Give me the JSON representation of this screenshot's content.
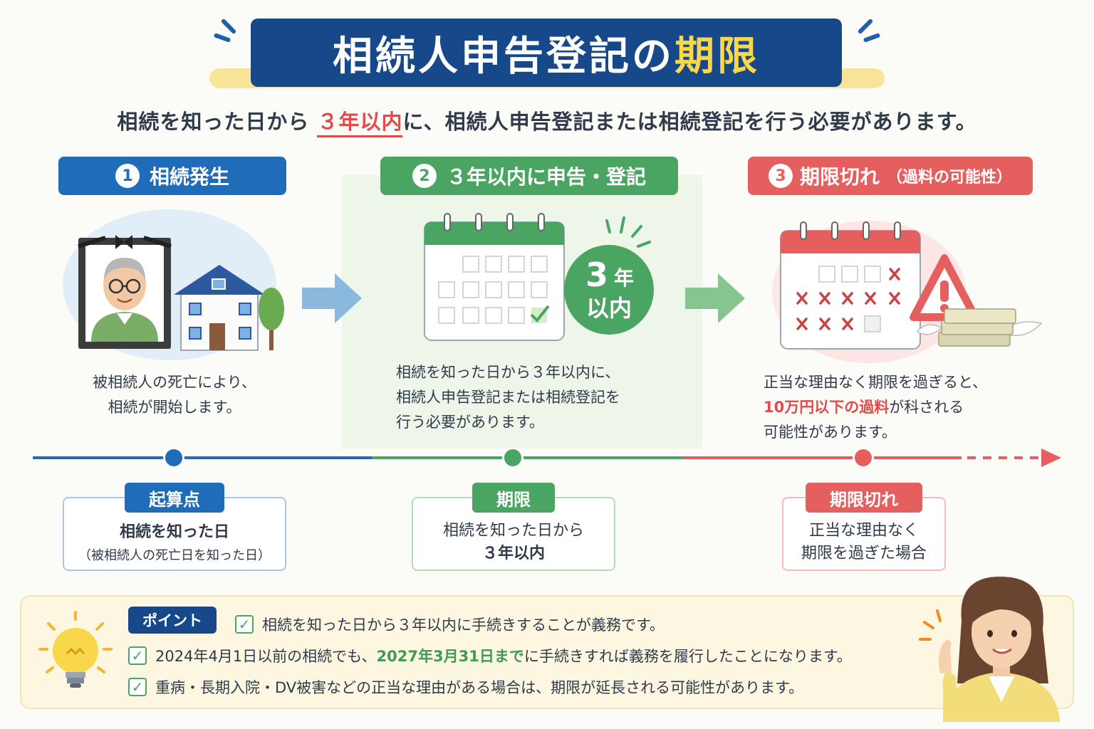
{
  "title": {
    "main": "相続人申告登記の",
    "highlight": "期限"
  },
  "subtitle": {
    "before": "相続を知った日から",
    "highlight": "３年以内",
    "after": "に、相続人申告登記または相続登記を行う必要があります。"
  },
  "steps": [
    {
      "num": "1",
      "label": "相続発生",
      "label_small": "",
      "desc": [
        "被相続人の死亡により、",
        "相続が開始します。"
      ]
    },
    {
      "num": "2",
      "label": "３年以内に申告・登記",
      "label_small": "",
      "desc": [
        "相続を知った日から３年以内に、",
        "相続人申告登記または相続登記を",
        "行う必要があります。"
      ],
      "badge": {
        "top": "3",
        "top_unit": "年",
        "bottom": "以内"
      }
    },
    {
      "num": "3",
      "label": "期限切れ",
      "label_small": "（過料の可能性）",
      "desc_1": "正当な理由なく期限を過ぎると、",
      "desc_2_red": "10万円以下の過料",
      "desc_2_rest": "が科される",
      "desc_3": "可能性があります。"
    }
  ],
  "timeline": [
    {
      "tag": "起算点",
      "main": "相続を知った日",
      "sub": "（被相続人の死亡日を知った日）"
    },
    {
      "tag": "期限",
      "main": "相続を知った日から",
      "sub_bold": "３年以内"
    },
    {
      "tag": "期限切れ",
      "main": "正当な理由なく",
      "sub_bold": "期限を過ぎた場合"
    }
  ],
  "point": {
    "tag": "ポイント",
    "line1": "相続を知った日から３年以内に手続きすることが義務です。",
    "line2_before": "2024年4月1日以前の相続でも、",
    "line2_green": "2027年3月31日まで",
    "line2_after": "に手続きすれば義務を履行したことになります。",
    "line3": "重病・長期入院・DV被害などの正当な理由がある場合は、期限が延長される可能性があります。"
  },
  "colors": {
    "navy": "#16488a",
    "blue": "#1f6cb8",
    "green": "#4aa562",
    "red": "#e65f5f",
    "yellow": "#f8d84a"
  }
}
